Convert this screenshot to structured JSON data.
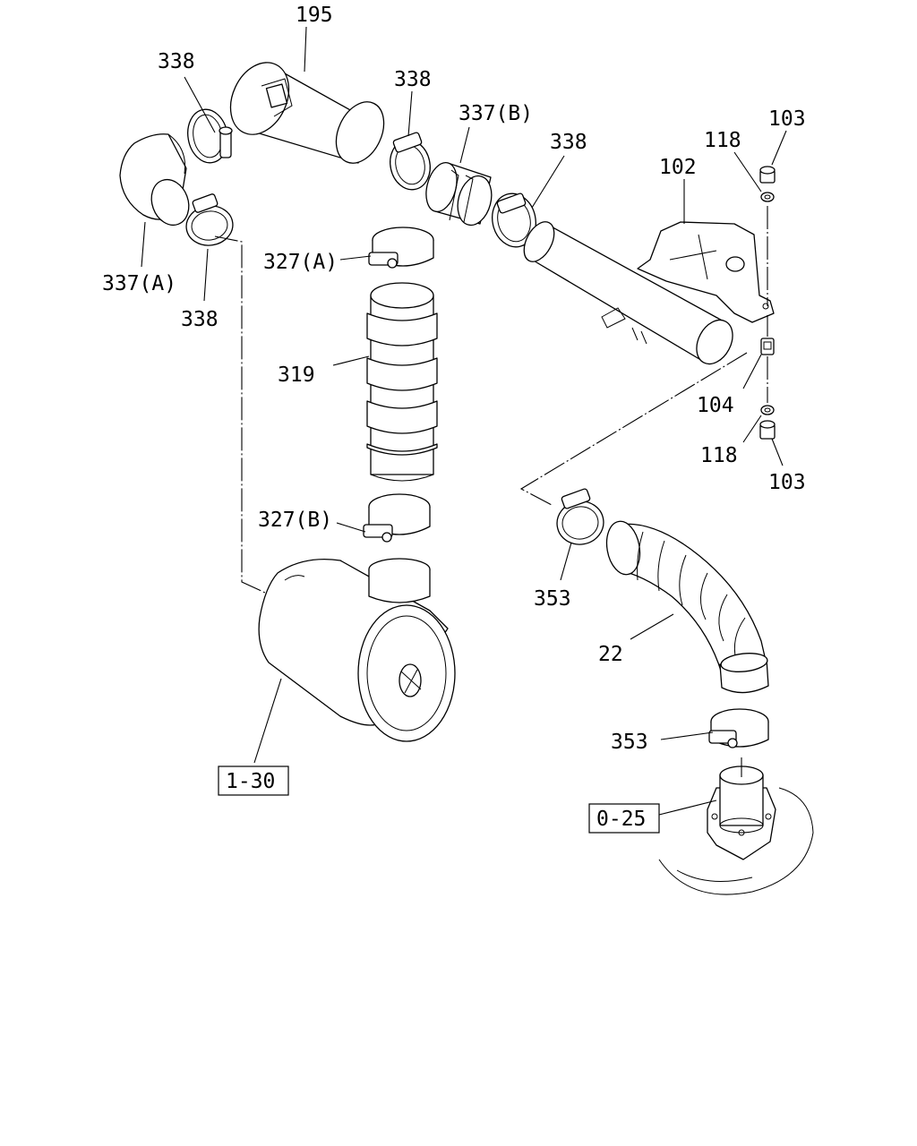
{
  "callouts": {
    "c195": "195",
    "c338_a": "338",
    "c338_b": "338",
    "c338_c": "338",
    "c338_d": "338",
    "c337b": "337(B)",
    "c337a": "337(A)",
    "c103_top": "103",
    "c118_top": "118",
    "c102": "102",
    "c327a": "327(A)",
    "c319": "319",
    "c104": "104",
    "c118_bot": "118",
    "c103_bot": "103",
    "c327b": "327(B)",
    "c353_a": "353",
    "c22": "22",
    "c353_b": "353"
  },
  "references": {
    "r1_30": "1-30",
    "r0_25": "0-25"
  }
}
